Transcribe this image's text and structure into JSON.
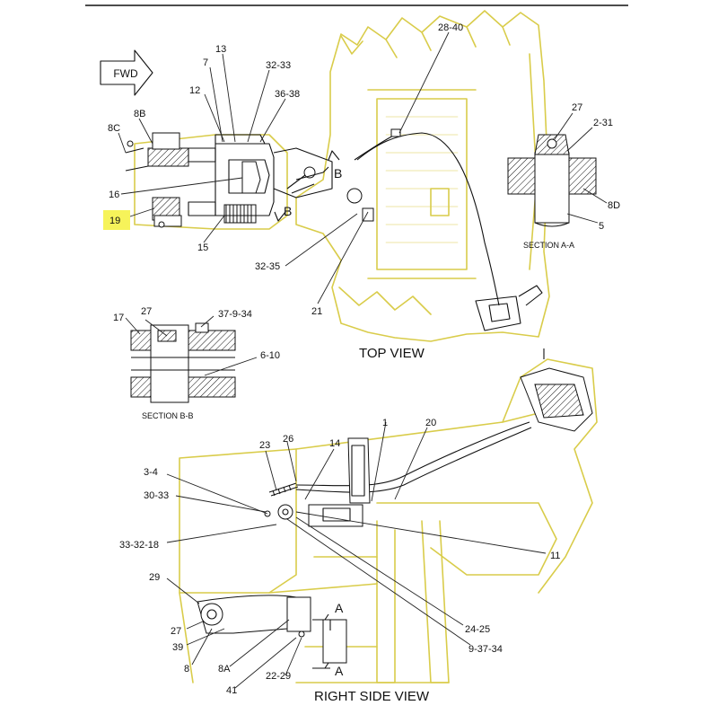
{
  "colors": {
    "structure": "#d9cc4a",
    "ink": "#111111",
    "highlight": "#f6f35a",
    "background": "#ffffff"
  },
  "fwd_label": "FWD",
  "views": {
    "top": "TOP VIEW",
    "right_side": "RIGHT SIDE VIEW",
    "section_aa": "SECTION A-A",
    "section_bb": "SECTION B-B"
  },
  "section_markers": {
    "b": "B",
    "a": "A"
  },
  "highlighted_callout": "19",
  "callouts": {
    "top_view": [
      "28-40",
      "13",
      "7",
      "32-33",
      "12",
      "36-38",
      "8B",
      "8C",
      "16",
      "19",
      "15",
      "32-35",
      "21"
    ],
    "section_aa": [
      "27",
      "2-31",
      "8D",
      "5"
    ],
    "section_bb": [
      "17",
      "27",
      "37-9-34",
      "6-10"
    ],
    "right_side_view": [
      "1",
      "20",
      "23",
      "26",
      "14",
      "3-4",
      "30-33",
      "33-32-18",
      "11",
      "29",
      "27",
      "39",
      "8",
      "8A",
      "41",
      "22-29",
      "24-25",
      "9-37-34"
    ]
  }
}
